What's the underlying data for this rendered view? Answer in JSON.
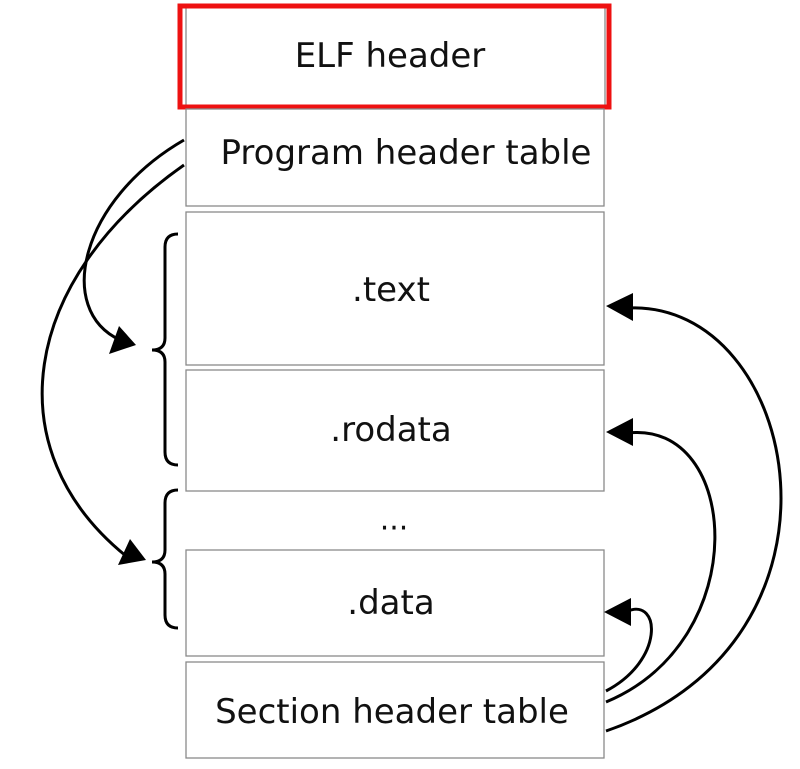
{
  "sections": {
    "elf_header": "ELF header",
    "program_header_table": "Program header table",
    "text": ".text",
    "rodata": ".rodata",
    "ellipsis": "...",
    "data": ".data",
    "section_header_table": "Section header table"
  },
  "colors": {
    "highlight": "#ee1111",
    "box_border": "#8a8a8a",
    "arrow": "#000000"
  }
}
